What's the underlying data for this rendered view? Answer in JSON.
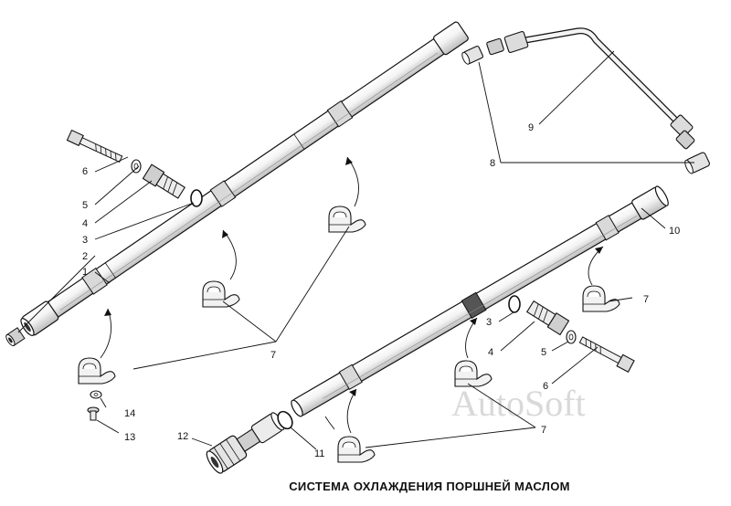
{
  "title": "СИСТЕМА ОХЛАЖДЕНИЯ ПОРШНЕЙ МАСЛОМ",
  "watermark": "AutoSoft",
  "colors": {
    "ink": "#111111",
    "tube": "#e6e6e6",
    "watermark": "#d9d9d9"
  },
  "callouts": [
    {
      "id": "l6a",
      "text": "6"
    },
    {
      "id": "l5a",
      "text": "5"
    },
    {
      "id": "l4a",
      "text": "4"
    },
    {
      "id": "l3a",
      "text": "3"
    },
    {
      "id": "l2",
      "text": "2"
    },
    {
      "id": "l1",
      "text": "1"
    },
    {
      "id": "l9",
      "text": "9"
    },
    {
      "id": "l8",
      "text": "8"
    },
    {
      "id": "l10",
      "text": "10"
    },
    {
      "id": "l7a",
      "text": "7"
    },
    {
      "id": "l7b",
      "text": "7"
    },
    {
      "id": "l3b",
      "text": "3"
    },
    {
      "id": "l4b",
      "text": "4"
    },
    {
      "id": "l5b",
      "text": "5"
    },
    {
      "id": "l6b",
      "text": "6"
    },
    {
      "id": "l14",
      "text": "14"
    },
    {
      "id": "l13",
      "text": "13"
    },
    {
      "id": "l12",
      "text": "12"
    },
    {
      "id": "l11",
      "text": "11"
    },
    {
      "id": "l7c",
      "text": "7"
    }
  ]
}
